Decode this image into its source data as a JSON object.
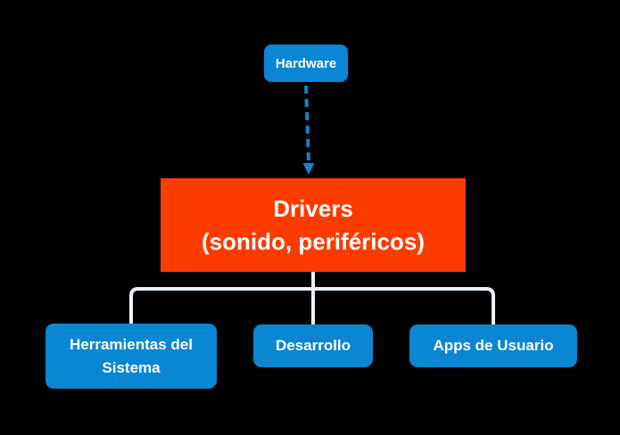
{
  "diagram": {
    "colors": {
      "background": "#000000",
      "node_blue": "#0b86d2",
      "node_red": "#fb3b00",
      "connector": "#eaf2fa",
      "arrow": "#1583cb",
      "text": "#ffffff"
    },
    "nodes": {
      "hardware": {
        "label": "Hardware"
      },
      "drivers": {
        "line1": "Drivers",
        "line2": "(sonido, periféricos)"
      },
      "children": [
        {
          "label": "Herramientas del Sistema"
        },
        {
          "label": "Desarrollo"
        },
        {
          "label": "Apps de Usuario"
        }
      ]
    },
    "edges": [
      {
        "from": "hardware",
        "to": "drivers",
        "style": "dashed-arrow"
      },
      {
        "from": "drivers",
        "to": "children",
        "style": "solid-tree"
      }
    ]
  }
}
